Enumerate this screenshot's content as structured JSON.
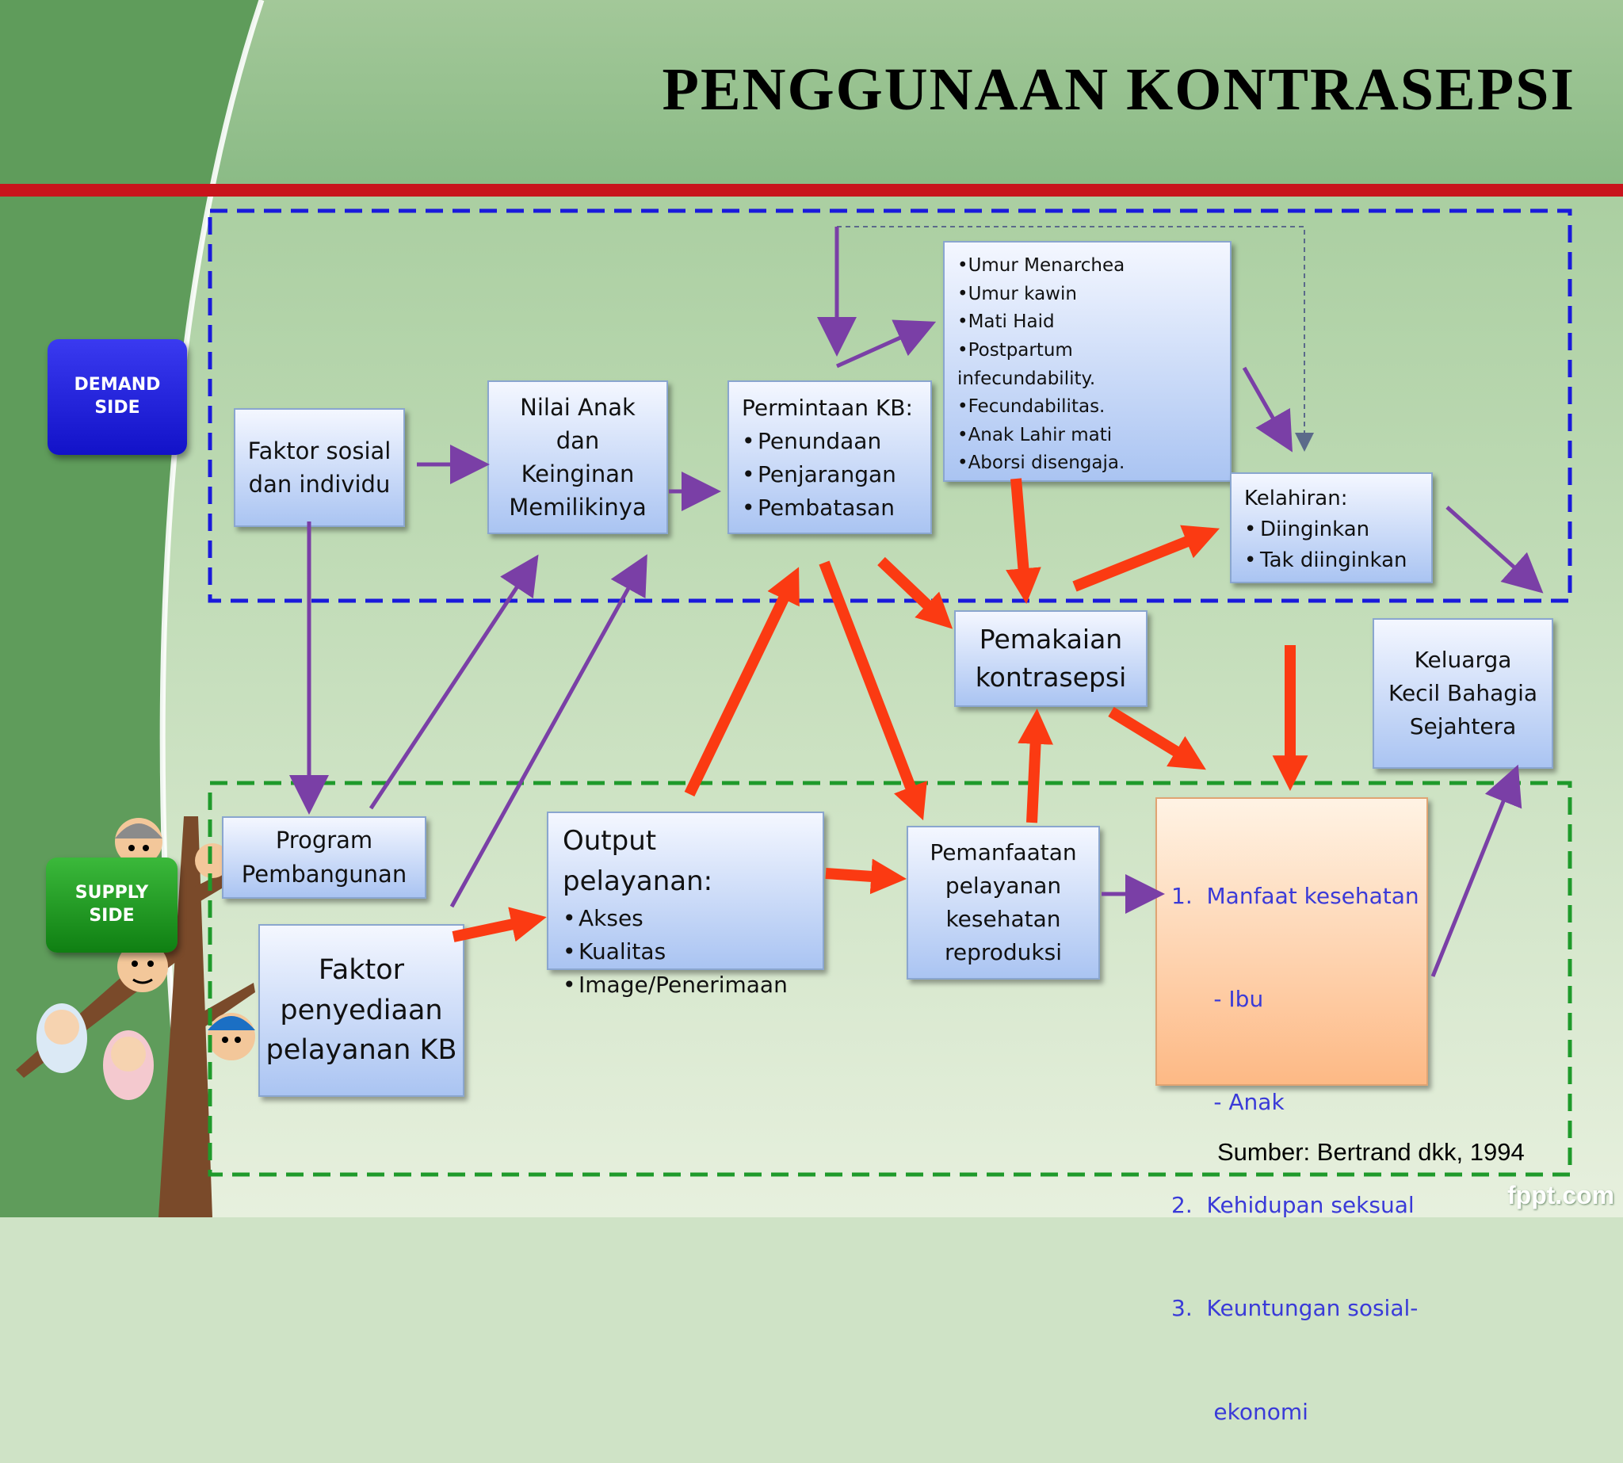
{
  "title": "PENGGUNAAN KONTRASEPSI",
  "side_labels": {
    "demand": [
      "DEMAND",
      "SIDE"
    ],
    "supply": [
      "SUPPLY",
      "SIDE"
    ]
  },
  "boxes": {
    "faktor_sosial": [
      "Faktor sosial",
      "dan individu"
    ],
    "nilai_anak": [
      "Nilai Anak",
      "dan",
      "Keinginan",
      "Memilikinya"
    ],
    "permintaan_kb": {
      "heading": "Permintaan KB:",
      "items": [
        "Penundaan",
        "Penjarangan",
        "Pembatasan"
      ]
    },
    "determinan": [
      "•Umur Menarchea",
      "•Umur kawin",
      "•Mati Haid",
      "•Postpartum",
      "infecundability.",
      "•Fecundabilitas.",
      "•Anak Lahir mati",
      "•Aborsi disengaja."
    ],
    "kelahiran": {
      "heading": "Kelahiran:",
      "items": [
        "Diinginkan",
        "Tak diinginkan"
      ]
    },
    "pemakaian": [
      "Pemakaian",
      "kontrasepsi"
    ],
    "keluarga": [
      "Keluarga",
      "Kecil Bahagia",
      "Sejahtera"
    ],
    "program": [
      "Program",
      "Pembangunan"
    ],
    "faktor_penyediaan": [
      "Faktor",
      "penyediaan",
      "pelayanan KB"
    ],
    "output": {
      "heading": "Output pelayanan:",
      "items": [
        "Akses",
        "Kualitas",
        "Image/Penerimaan"
      ]
    },
    "pemanfaatan": [
      "Pemanfaatan",
      "pelayanan",
      "kesehatan",
      "reproduksi"
    ],
    "manfaat": [
      "1.  Manfaat kesehatan",
      "      - Ibu",
      "      - Anak",
      "2.  Kehidupan seksual",
      "3.  Keuntungan sosial-",
      "      ekonomi"
    ]
  },
  "source": "Sumber: Bertrand dkk, 1994",
  "brand": "fppt.com",
  "colors": {
    "background_green": "#8fbf88",
    "dark_green": "#5d9a5a",
    "red_bar": "#c8141c",
    "demand_frame": "#1a1adb",
    "supply_frame": "#1f9a2b",
    "red_arrow": "#fb3a12",
    "purple_arrow": "#7a3fa6"
  }
}
